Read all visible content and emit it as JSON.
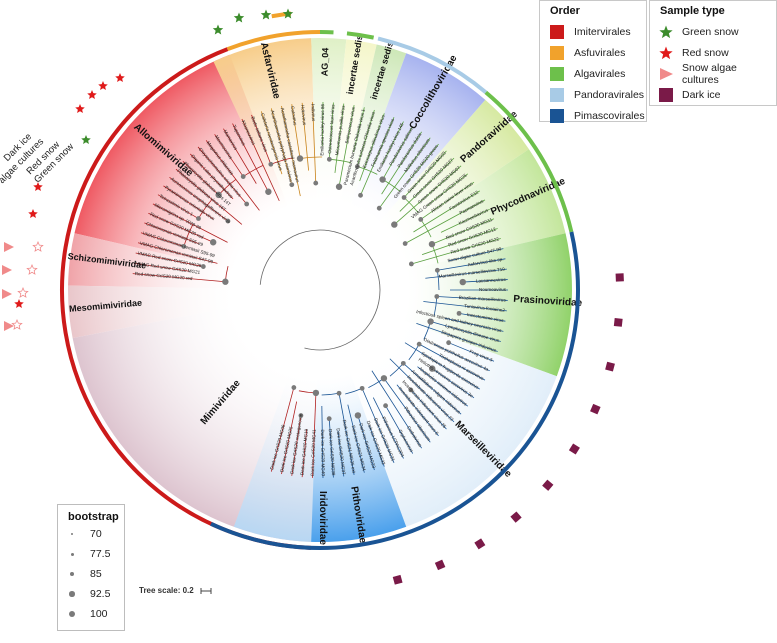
{
  "order_legend": {
    "title": "Order",
    "items": [
      {
        "label": "Imitervirales",
        "color": "#cc1a1a"
      },
      {
        "label": "Asfuvirales",
        "color": "#f1a22c"
      },
      {
        "label": "Algavirales",
        "color": "#6dc04b"
      },
      {
        "label": "Pandoravirales",
        "color": "#a8cbe6"
      },
      {
        "label": "Pimascovirales",
        "color": "#1a5494"
      }
    ]
  },
  "sample_legend": {
    "title": "Sample type",
    "items": [
      {
        "label": "Green snow",
        "icon": "green-star-icon",
        "color": "#3c8c2c"
      },
      {
        "label": "Red snow",
        "icon": "red-star-icon",
        "color": "#e01a1a"
      },
      {
        "label": "Snow algae cultures",
        "icon": "triangle-icon",
        "color": "#f08a8a"
      },
      {
        "label": "Dark ice",
        "icon": "square-icon",
        "color": "#7a1a48"
      }
    ]
  },
  "bootstrap_legend": {
    "title": "bootstrap",
    "values": [
      "70",
      "77.5",
      "85",
      "92.5",
      "100"
    ]
  },
  "tree_scale": {
    "label": "Tree scale: 0.2"
  },
  "ring_labels": [
    "Dark ice",
    "Snow algae cultures",
    "Red snow",
    "Green snow"
  ],
  "families": [
    {
      "name": "Allomimiviridae",
      "color": "#ef5a63"
    },
    {
      "name": "Schizomimiviridae",
      "color": "#f0a3a8"
    },
    {
      "name": "Mesomimiviridae",
      "color": "#e9c6ca"
    },
    {
      "name": "Mimiviridae",
      "color": "#ddc4cf"
    },
    {
      "name": "Asfarviridae",
      "color": "#f7cd8a"
    },
    {
      "name": "AG_04",
      "color": "#dff0c6"
    },
    {
      "name": "incertae sedis",
      "color": "#f4f6c9"
    },
    {
      "name": "incertae sedis",
      "color": "#cde7b7"
    },
    {
      "name": "Coccolithoviridae",
      "color": "#a7b3ef"
    },
    {
      "name": "Pandoraviridae",
      "color": "#d6e9a1"
    },
    {
      "name": "Phycodnaviridae",
      "color": "#c3e69b"
    },
    {
      "name": "Prasinoviridae",
      "color": "#91d26a"
    },
    {
      "name": "Marseilleviridae",
      "color": "#e1eef9"
    },
    {
      "name": "Iridoviridae",
      "color": "#b8d7f3"
    },
    {
      "name": "Pithoviridae",
      "color": "#4aa0ec"
    }
  ],
  "tip_labels": [
    "Red snow GrIS20 MG20 red",
    "VMAG Red snow GrIS20 MG21",
    "VMAG Red snow GrIS20 MG28",
    "VMAG Chloromonas remiasii S47-99",
    "VMAG Chloromonas remiasii S95-99",
    "Chloromonas remiasii S95-99",
    "Red snow GrIS20 MG20 red",
    "Micromigrina sp. 0029-99",
    "Tetraselmis virus 1",
    "Pyramimonas orientalis virus",
    "Aureococcus anophagefferens virus",
    "Phaeocystis globosa virus 16T",
    "Phaeocystis globosa virus 14T",
    "Organic Lake phycodnavirus",
    "Chrysochromulina ericina virus",
    "Megavirus chiliensis",
    "Moumouvirus",
    "Mamavirus",
    "Tupanvirus",
    "Klosneuvirus",
    "Bodo saltans virus",
    "Cafeteria roenbergensis virus",
    "Acanthamoeba polyphaga mimivirus",
    "Acanthamoeba castellanii mamavirus",
    "Catovirus",
    "Hokovirus",
    "Indivirus",
    "Emiliania huxleyi virus 86",
    "Ostreococcus tauri virus",
    "Micromonas pusilla virus",
    "Bathycoccus virus",
    "Paramecium bursaria Chlorella virus 1",
    "Acanthocystis turfacea Chlorella virus",
    "Ectocarpus siliculosus virus",
    "Feldmannia species virus",
    "Emiliania huxleyi virus 145",
    "Pandoravirus salinus",
    "Pandoravirus dulcis",
    "Mollivirus sibericum",
    "Green snow GrIS20 MG20 green",
    "Green snow GrIS20 MG03",
    "Green snow GrIS20 MG27",
    "Green snow GrIS20 MG07",
    "VMAG Green snow GrIS20 MG35",
    "African swine fever virus",
    "Faustovirus E12",
    "Pacmanvirus",
    "Kaumoebavirus",
    "Red snow GrIS20 MG11",
    "Red snow GrIS20 MG12",
    "Red snow GrIS20 MG22",
    "Snow algae culture S47-99",
    "Asfarvirus-like sp.",
    "Marseillevirus marseillevirus T19",
    "Lausannevirus",
    "Noumeavirus",
    "Brazilian marseillevirus",
    "Tunisvirus fontaine2",
    "Insectomime virus",
    "Infectious spleen and kidney necrosis virus",
    "Lymphocystis disease virus",
    "Singapore grouper iridovirus",
    "Frog virus 3",
    "Diadromus pulchellus ascovirus 4a",
    "Trichoplusia ni ascovirus",
    "Spodoptera frugiperda ascovirus",
    "Heliothis virescens ascovirus 3e",
    "Anopheles minimus iridovirus",
    "Armadillidium vulgare iridovirus",
    "Invertebrate iridescent virus 22",
    "Invertebrate iridescent virus 25",
    "Invertebrate iridescent virus 6",
    "Pithovirus sibericum",
    "Cedratvirus",
    "Orpheovirus",
    "Pithovirus LCPAC304",
    "Dark ice GrIS20 MG31",
    "Dark ice GrIS20 MG32",
    "Dark ice GrIS20 MG33",
    "Dark ice GrIS21 MG34",
    "Dark ice GrIS21 MG36 ext",
    "Dark ice GrIS20 MG37",
    "Dark ice GrIS20 MG38",
    "Dark ice GrIS20 MG40",
    "Dark ice GrIS20 MG41",
    "Dark ice GrIS20 MG19",
    "Dark ice GrIS20 metagenome",
    "Dark ice GrIS20 MG05",
    "Dark ice GrIS20 MG06"
  ]
}
